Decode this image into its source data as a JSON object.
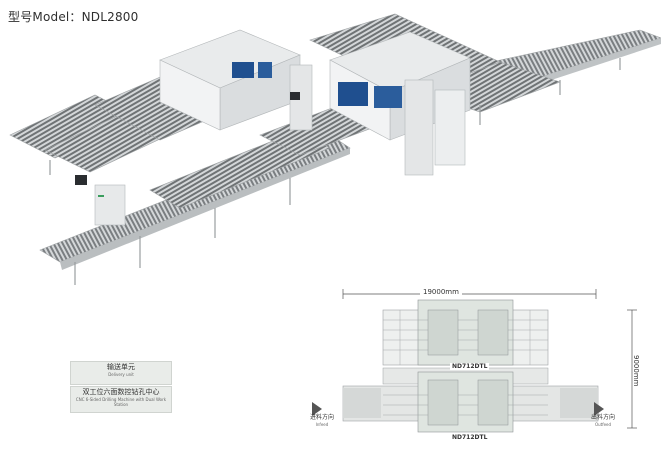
{
  "title": "型号Model：NDL2800",
  "legend": [
    {
      "zh": "输送单元",
      "en": "Delivery unit",
      "color": "#e4e8e4"
    },
    {
      "zh": "双工位六面数控钻孔中心",
      "en": "CNC 6-Sided Drilling Machine with Dual Work Station",
      "color": "#dde2dd"
    }
  ],
  "plan": {
    "width_label": "19000mm",
    "height_label": "9000mm",
    "model_top": "ND712DTL",
    "model_bottom": "ND712DTL",
    "infeed": {
      "zh": "进料方向",
      "en": "Infeed"
    },
    "outfeed": {
      "zh": "出料方向",
      "en": "Outfeed"
    }
  },
  "colors": {
    "machine_body": "#e7e9ea",
    "panel_blue": "#1f4f8f",
    "roller": "#6b6e70",
    "conveyor_frame": "#c9ccce",
    "accent_green": "#3a9d5d"
  }
}
